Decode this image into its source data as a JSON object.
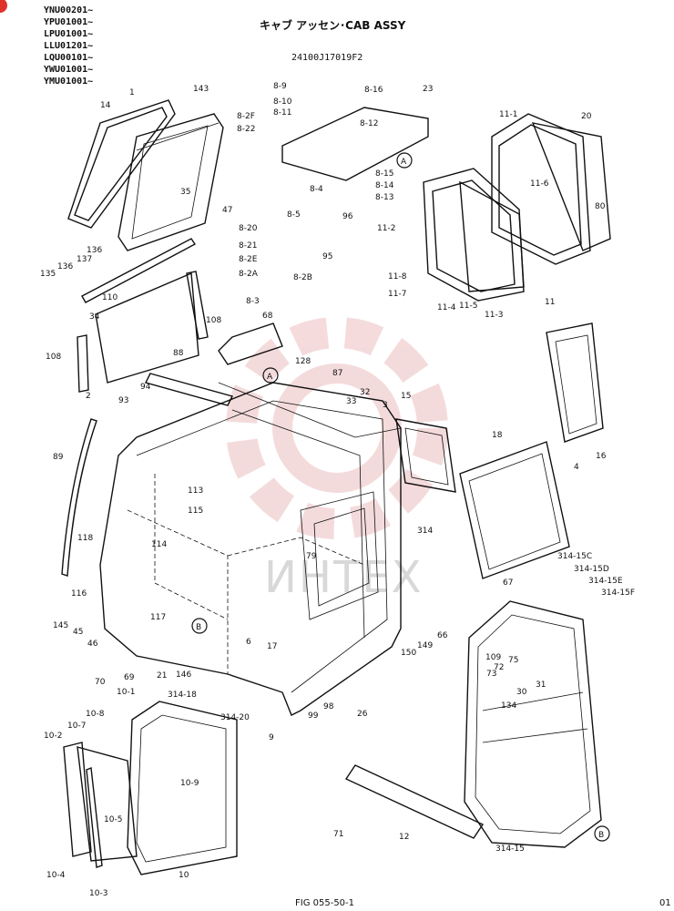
{
  "header": {
    "serials": [
      "YNU00201~",
      "YPU01001~",
      "LPU01001~",
      "LLU01201~",
      "LQU00101~",
      "YWU01001~",
      "YMU01001~"
    ],
    "title": "キャブ アッセン･CAB ASSY",
    "drawing_code": "24100J17019F2"
  },
  "footer": {
    "figure": "FIG 055-50-1",
    "page": "01"
  },
  "watermark": {
    "text": "ИНТЕХ",
    "color": "#e8b0b0"
  },
  "callouts": [
    "A",
    "A",
    "B",
    "B"
  ],
  "parts": [
    "14",
    "1",
    "143",
    "8-9",
    "8-10",
    "8-11",
    "8-2F",
    "8-22",
    "8-16",
    "23",
    "8-12",
    "11-1",
    "20",
    "35",
    "47",
    "8-15",
    "8-14",
    "8-13",
    "11-6",
    "8-4",
    "80",
    "136",
    "137",
    "136",
    "135",
    "110",
    "34",
    "8-20",
    "8-21",
    "8-2E",
    "8-2A",
    "8-2B",
    "8-5",
    "96",
    "95",
    "11-2",
    "11-8",
    "11-7",
    "11-4",
    "11-5",
    "11-3",
    "11",
    "8-3",
    "68",
    "108",
    "108",
    "88",
    "2",
    "94",
    "93",
    "128",
    "87",
    "33",
    "32",
    "3",
    "15",
    "89",
    "16",
    "4",
    "113",
    "115",
    "114",
    "118",
    "116",
    "145",
    "45",
    "46",
    "70",
    "69",
    "117",
    "6",
    "17",
    "146",
    "21",
    "314",
    "314-15C",
    "314-15D",
    "314-15E",
    "314-15F",
    "67",
    "150",
    "149",
    "66",
    "109",
    "72",
    "75",
    "73",
    "30",
    "31",
    "134",
    "314-18",
    "314-20",
    "98",
    "99",
    "26",
    "9",
    "10-1",
    "10-8",
    "10-7",
    "10-2",
    "10-9",
    "10-5",
    "10-4",
    "10-3",
    "10",
    "71",
    "314-15",
    "12",
    "18",
    "79"
  ]
}
